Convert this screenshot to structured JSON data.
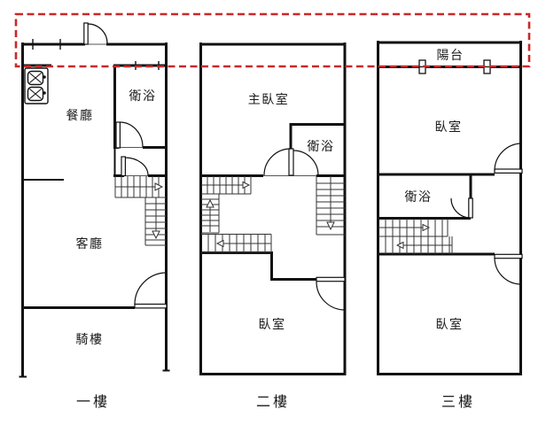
{
  "title": "three-storey townhouse floor plan",
  "colors": {
    "wall": "#111111",
    "thin_line": "#333333",
    "highlight": "#c9282a",
    "background": "#ffffff"
  },
  "annotation": {
    "type": "dashed-rectangle-highlight",
    "color": "#c9282a",
    "note": "red dashed box highlighting front strip across all three floors"
  },
  "floors": [
    {
      "label": "一樓",
      "rooms": [
        {
          "name": "dining-room",
          "label": "餐廳"
        },
        {
          "name": "bathroom",
          "label": "衛浴"
        },
        {
          "name": "living-room",
          "label": "客廳"
        },
        {
          "name": "arcade",
          "label": "騎樓"
        }
      ]
    },
    {
      "label": "二樓",
      "rooms": [
        {
          "name": "master-bedroom",
          "label": "主臥室"
        },
        {
          "name": "bathroom",
          "label": "衛浴"
        },
        {
          "name": "bedroom",
          "label": "臥室"
        }
      ]
    },
    {
      "label": "三樓",
      "rooms": [
        {
          "name": "balcony",
          "label": "陽台"
        },
        {
          "name": "bedroom-front",
          "label": "臥室"
        },
        {
          "name": "bathroom",
          "label": "衛浴"
        },
        {
          "name": "bedroom-rear",
          "label": "臥室"
        }
      ]
    }
  ]
}
